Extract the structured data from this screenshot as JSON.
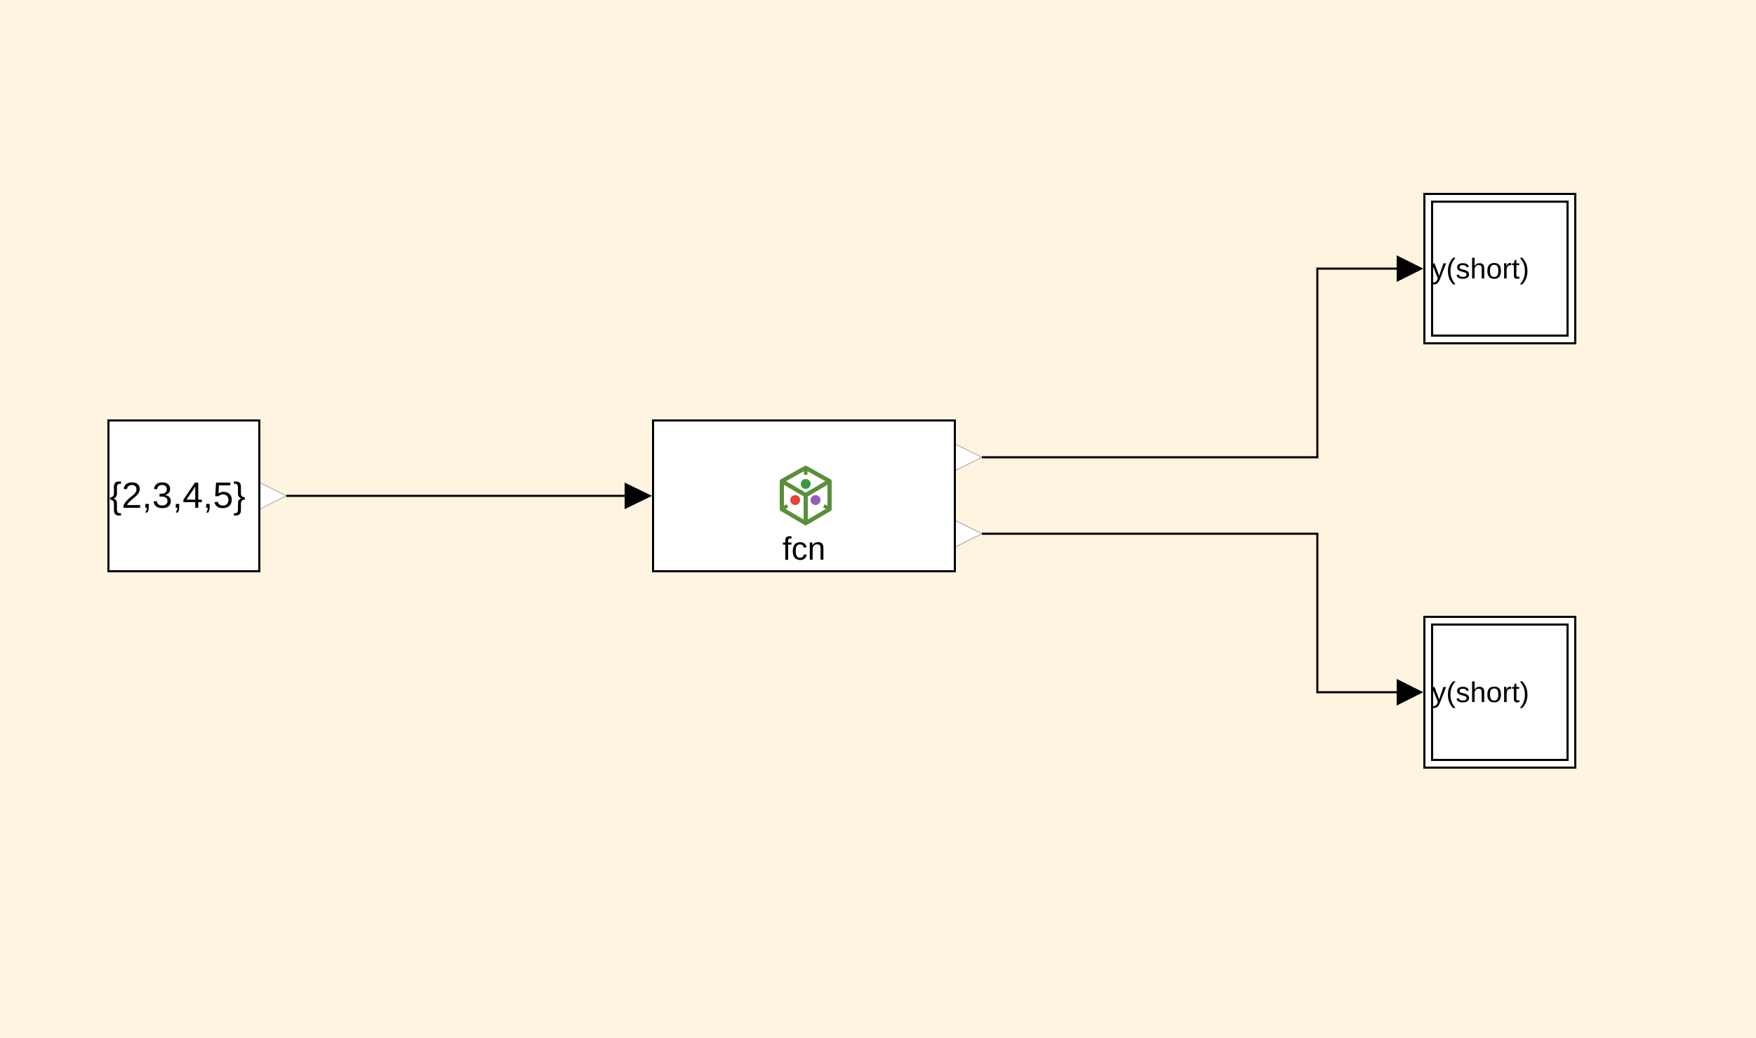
{
  "blocks": {
    "source": {
      "label": "{2,3,4,5}"
    },
    "function": {
      "label": "fcn",
      "icon": "matlab-function-cube-icon"
    },
    "display_1": {
      "label": "y(short)"
    },
    "display_2": {
      "label": "y(short)"
    }
  },
  "colors": {
    "canvas": "#fef4e0",
    "icon_green": "#5a8f3a",
    "dot_green": "#3a9a3a",
    "dot_red": "#e8403a",
    "dot_purple": "#9a5ab8"
  }
}
